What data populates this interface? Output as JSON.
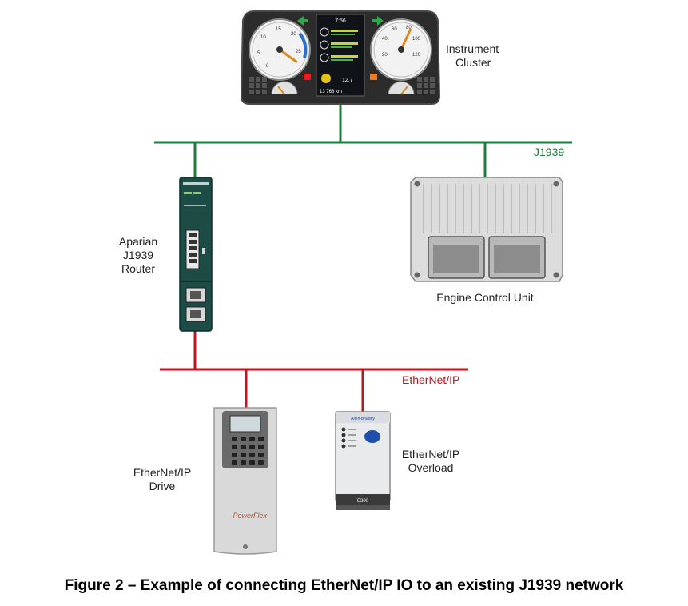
{
  "figure": {
    "caption": "Figure 2 – Example of connecting EtherNet/IP IO to an existing J1939 network"
  },
  "networks": {
    "j1939": {
      "label": "J1939",
      "color": "#1e7d3a"
    },
    "ethernet": {
      "label": "EtherNet/IP",
      "color": "#c0121f"
    }
  },
  "devices": {
    "instrument_cluster": {
      "label_line1": "Instrument",
      "label_line2": "Cluster",
      "display_time": "7:56",
      "display_temp": "12.7",
      "display_odometer": "13 768 km",
      "gauge_left_ticks": [
        "0",
        "5",
        "10",
        "15",
        "20",
        "25"
      ],
      "gauge_right_ticks": [
        "20",
        "40",
        "60",
        "80",
        "100",
        "120"
      ]
    },
    "router": {
      "label_line1": "Aparian",
      "label_line2": "J1939",
      "label_line3": "Router"
    },
    "ecu": {
      "label": "Engine Control Unit"
    },
    "drive": {
      "label_line1": "EtherNet/IP",
      "label_line2": "Drive",
      "brand_text": "PowerFlex"
    },
    "overload": {
      "label_line1": "EtherNet/IP",
      "label_line2": "Overload",
      "brand_text": "Allen-Bradley",
      "model_text": "E300"
    }
  }
}
